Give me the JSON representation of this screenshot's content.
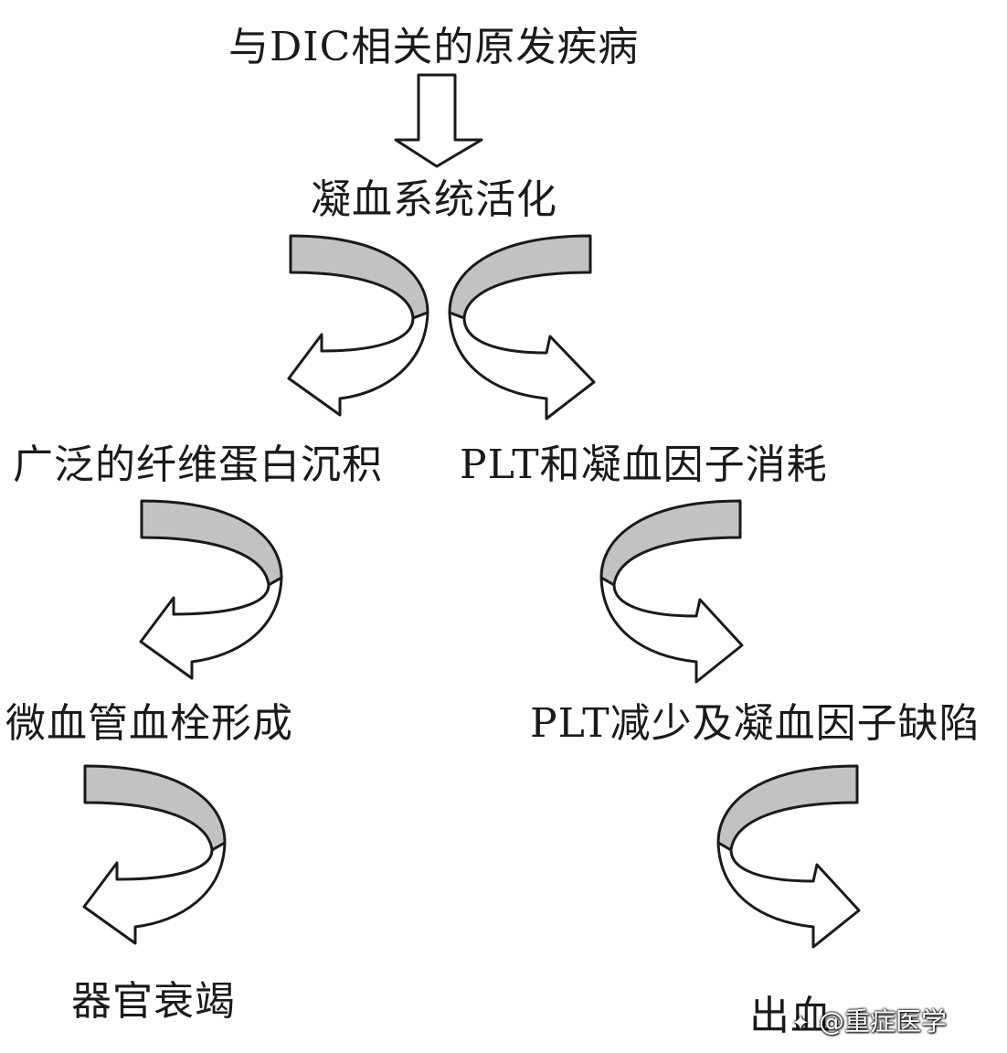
{
  "colors": {
    "stroke": "#1a1a1a",
    "band_fill": "#c2c2c2",
    "arrow_fill": "#ffffff"
  },
  "nodes": {
    "top": "与DIC相关的原发疾病",
    "coag": "凝血系统活化",
    "fibrin": "广泛的纤维蛋白沉积",
    "plt1": "PLT和凝血因子消耗",
    "micro": "微血管血栓形成",
    "plt2": "PLT减少及凝血因子缺陷",
    "organ": "器官衰竭",
    "bleed": "出血"
  },
  "watermark": {
    "logo_icon": "toutiao-logo-icon",
    "text": "@重症医学"
  },
  "edges": [
    {
      "from": "top",
      "to": "coag",
      "style": "block-down-arrow"
    },
    {
      "from": "coag",
      "to": "fibrin",
      "style": "curved-arrow"
    },
    {
      "from": "coag",
      "to": "plt1",
      "style": "curved-arrow"
    },
    {
      "from": "fibrin",
      "to": "micro",
      "style": "curved-arrow"
    },
    {
      "from": "plt1",
      "to": "plt2",
      "style": "curved-arrow"
    },
    {
      "from": "micro",
      "to": "organ",
      "style": "curved-arrow"
    },
    {
      "from": "plt2",
      "to": "bleed",
      "style": "curved-arrow"
    }
  ]
}
